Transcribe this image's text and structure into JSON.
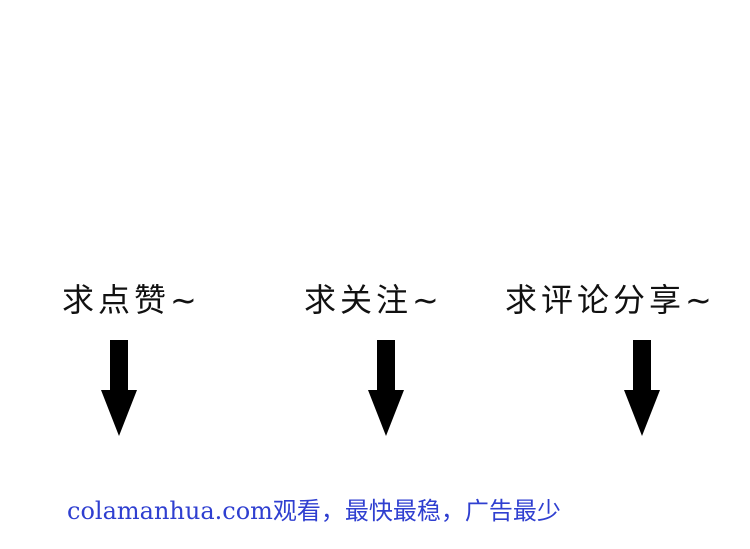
{
  "prompts": [
    {
      "text": "求点赞~"
    },
    {
      "text": "求关注~"
    },
    {
      "text": "求评论分享~"
    }
  ],
  "footer": {
    "text": "colamanhua.com观看，最快最稳，广告最少",
    "color": "#2f3fd0"
  },
  "icons": {
    "arrow": "arrow-down-icon"
  }
}
